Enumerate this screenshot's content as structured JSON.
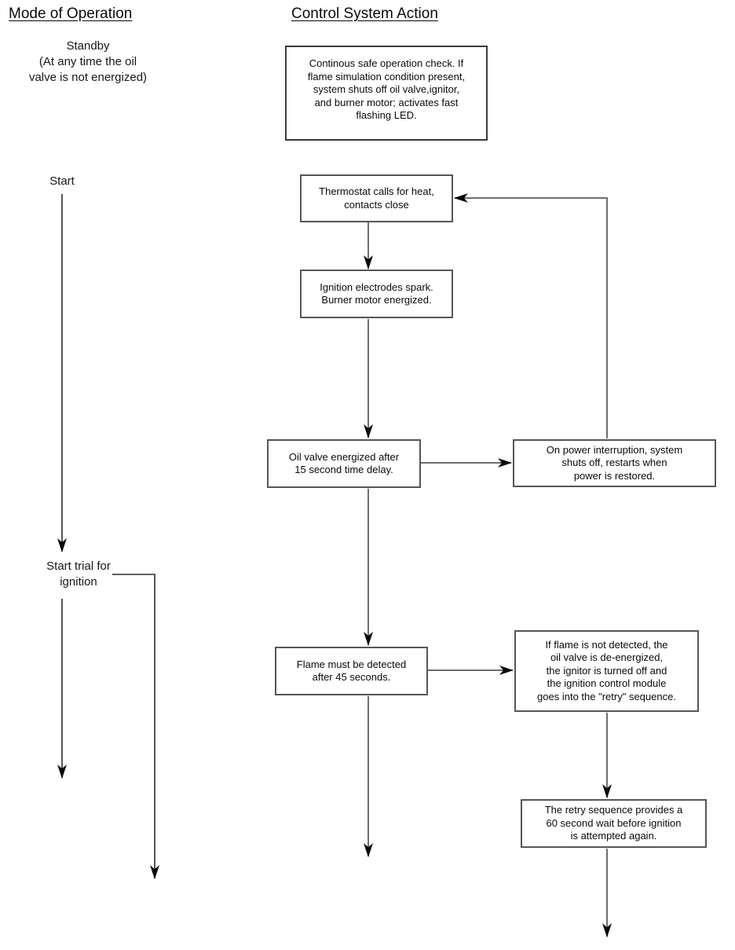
{
  "headers": {
    "left": "Mode of Operation",
    "right": "Control System Action"
  },
  "left_column": {
    "standby_label": "Standby\n(At any time the oil\nvalve is not energized)",
    "start_label": "Start",
    "start_trial_label": "Start trial for\nignition"
  },
  "boxes": {
    "safe_operation": "Continous safe operation check. If\nflame simulation condition present,\nsystem shuts off oil valve,ignitor,\nand burner motor; activates fast\nflashing LED.",
    "thermostat": "Thermostat calls for heat,\ncontacts close",
    "ignition_electrodes": "Ignition electrodes spark.\nBurner motor energized.",
    "oil_valve": "Oil valve energized after\n15 second time delay.",
    "power_interruption": "On power interruption, system\nshuts off, restarts when\npower is restored.",
    "flame_detected": "Flame must be detected\nafter 45 seconds.",
    "flame_not_detected": "If flame is not detected, the\noil valve is de-energized,\nthe ignitor is turned off and\nthe ignition control module\ngoes into the \"retry\" sequence.",
    "retry_sequence": "The retry sequence provides a\n60 second wait before ignition\nis attempted again."
  },
  "colors": {
    "background": "#ffffff",
    "text": "#0a0a0a",
    "box_border": "#565656",
    "connector_line": "#6e6e6e",
    "arrowhead": "#0a0a0a"
  }
}
